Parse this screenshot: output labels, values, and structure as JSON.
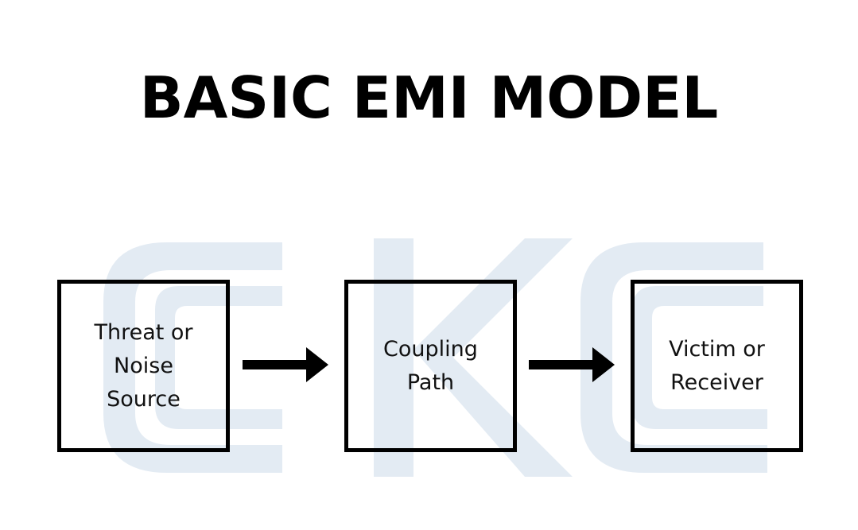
{
  "title": "BASIC EMI MODEL",
  "colors": {
    "text": "#000000",
    "box_border": "#000000",
    "arrow": "#000000",
    "watermark": "#e3ebf3",
    "background": "#ffffff"
  },
  "watermark": {
    "description_icon": "company-logo-watermark-icon"
  },
  "nodes": [
    {
      "id": "source",
      "label": "Threat or\nNoise\nSource"
    },
    {
      "id": "path",
      "label": "Coupling\nPath"
    },
    {
      "id": "receiver",
      "label": "Victim or\nReceiver"
    }
  ],
  "edges": [
    {
      "from": "source",
      "to": "path",
      "icon": "arrow-right-icon"
    },
    {
      "from": "path",
      "to": "receiver",
      "icon": "arrow-right-icon"
    }
  ]
}
